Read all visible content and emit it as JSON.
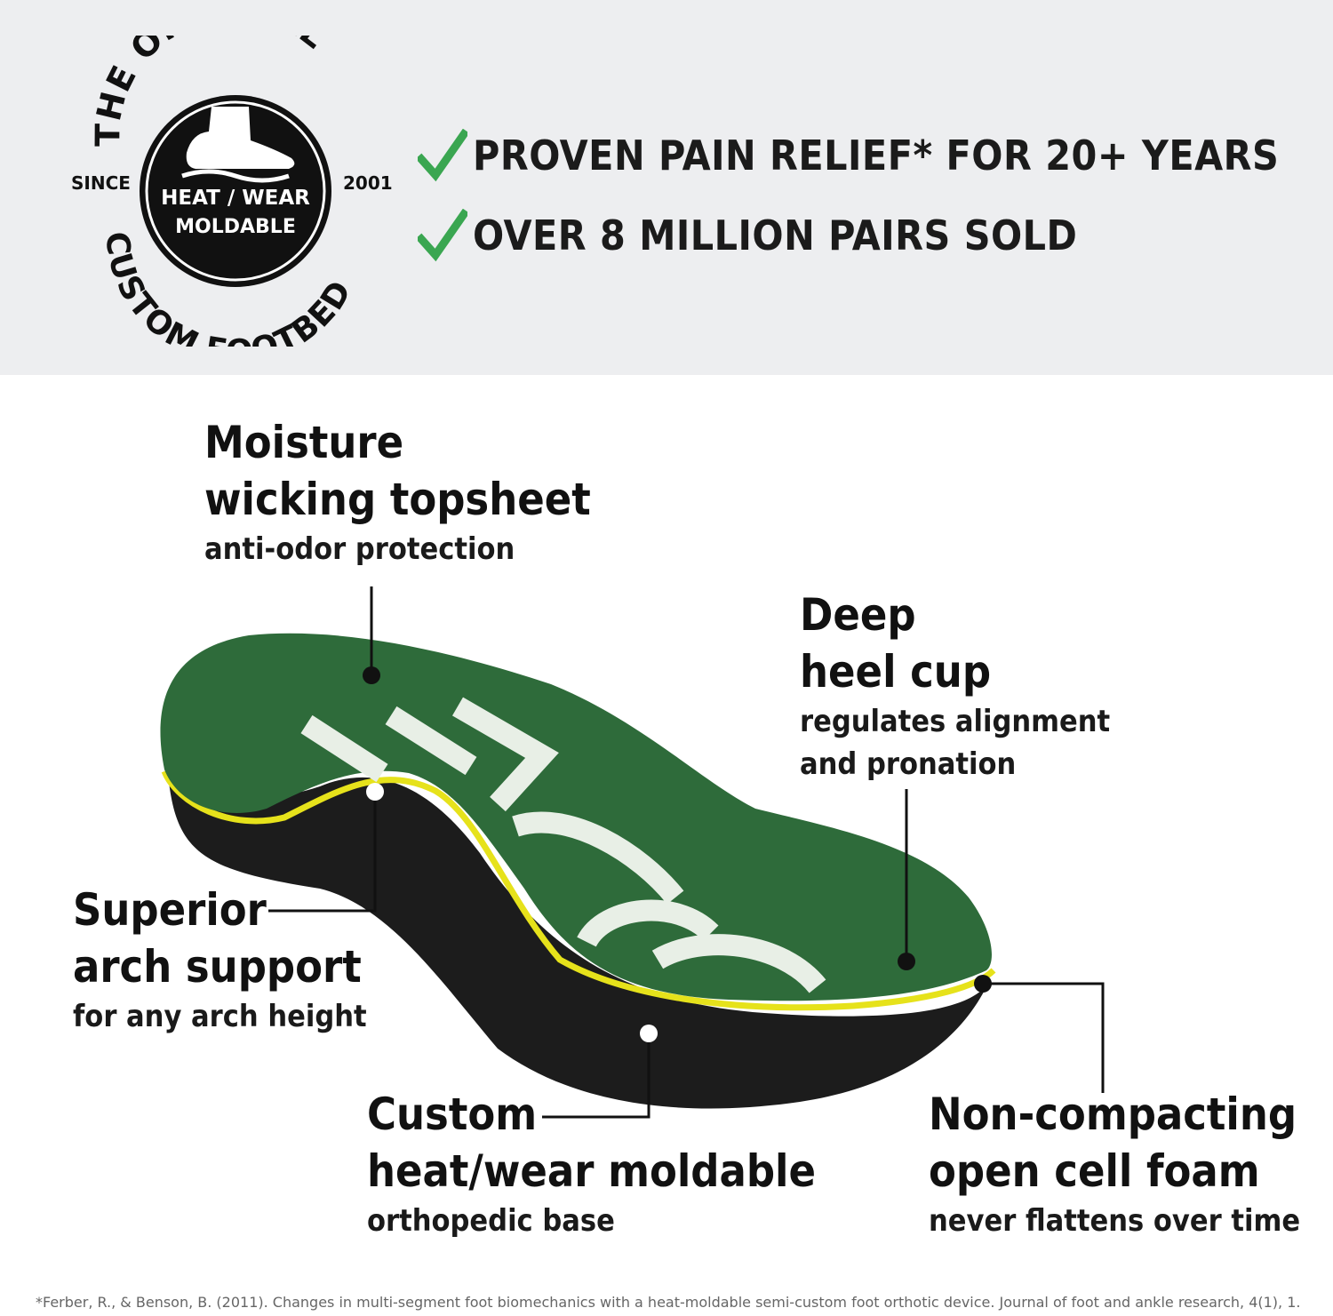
{
  "badge": {
    "arc_top": "THE ORIGINAL",
    "arc_bottom": "CUSTOM FOOTBED",
    "since": "SINCE",
    "year": "2001",
    "inner_line1": "HEAT / WEAR",
    "inner_line2": "MOLDABLE"
  },
  "claims": [
    {
      "text": "PROVEN PAIN RELIEF* FOR 20+ YEARS"
    },
    {
      "text": "OVER 8 MILLION PAIRS SOLD"
    }
  ],
  "features": {
    "topsheet": {
      "title1": "Moisture",
      "title2": "wicking topsheet",
      "sub": "anti-odor protection"
    },
    "heel": {
      "title1": "Deep",
      "title2": "heel cup",
      "sub1": "regulates alignment",
      "sub2": "and pronation"
    },
    "arch": {
      "title1": "Superior",
      "title2": "arch support",
      "sub": "for any arch height"
    },
    "base": {
      "title1": "Custom",
      "title2": "heat/wear moldable",
      "sub": "orthopedic base"
    },
    "foam": {
      "title1": "Non-compacting",
      "title2": "open cell foam",
      "sub": "never flattens over time"
    }
  },
  "colors": {
    "band": "#edeef0",
    "check": "#3aa651",
    "insole_top": "#2e6b3a",
    "insole_rim": "#e6e21b",
    "insole_base": "#1c1c1c"
  },
  "footnote": "*Ferber, R., & Benson, B. (2011). Changes in multi-segment foot biomechanics with a heat-moldable semi-custom foot orthotic device. Journal of foot and ankle research, 4(1), 1."
}
